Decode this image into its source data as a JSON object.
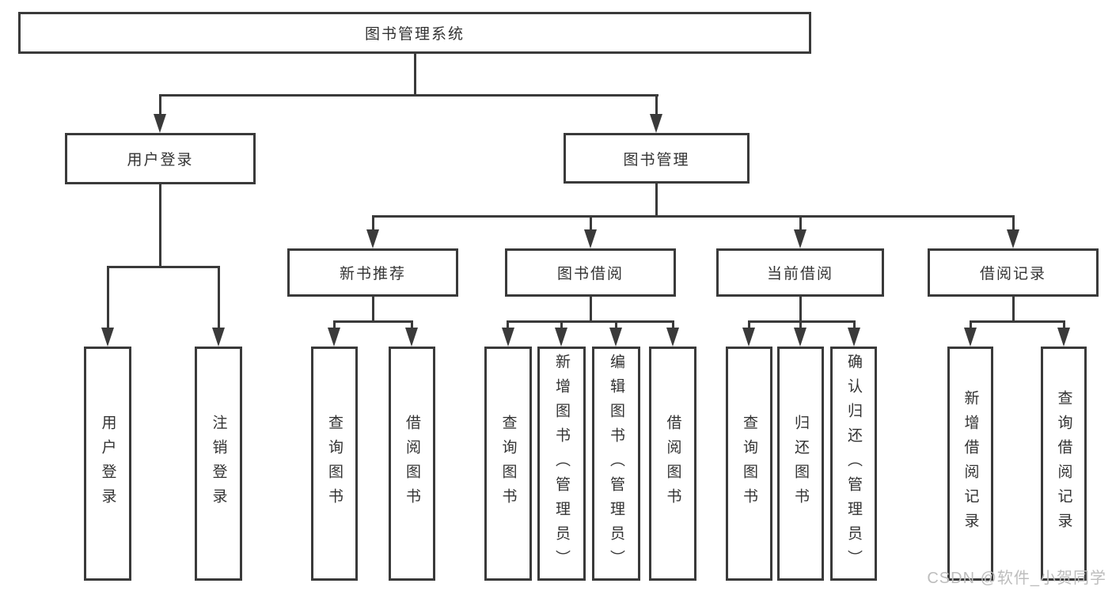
{
  "tree": {
    "root": {
      "label": "图书管理系统",
      "children": [
        {
          "label": "用户登录",
          "children": [
            {
              "label": "用户登录"
            },
            {
              "label": "注销登录"
            }
          ]
        },
        {
          "label": "图书管理",
          "children": [
            {
              "label": "新书推荐",
              "children": [
                {
                  "label": "查询图书"
                },
                {
                  "label": "借阅图书"
                }
              ]
            },
            {
              "label": "图书借阅",
              "children": [
                {
                  "label": "查询图书"
                },
                {
                  "label": "新增图书（管理员）"
                },
                {
                  "label": "编辑图书（管理员）"
                },
                {
                  "label": "借阅图书"
                }
              ]
            },
            {
              "label": "当前借阅",
              "children": [
                {
                  "label": "查询图书"
                },
                {
                  "label": "归还图书"
                },
                {
                  "label": "确认归还（管理员）"
                }
              ]
            },
            {
              "label": "借阅记录",
              "children": [
                {
                  "label": "新增借阅记录"
                },
                {
                  "label": "查询借阅记录"
                }
              ]
            }
          ]
        }
      ]
    }
  },
  "watermark": {
    "text": "CSDN @软件_小贺同学"
  },
  "colors": {
    "line": "#3a3a3a",
    "box_border": "#3a3a3a",
    "text": "#333333",
    "background": "#ffffff",
    "watermark": "#bdbdbd"
  }
}
